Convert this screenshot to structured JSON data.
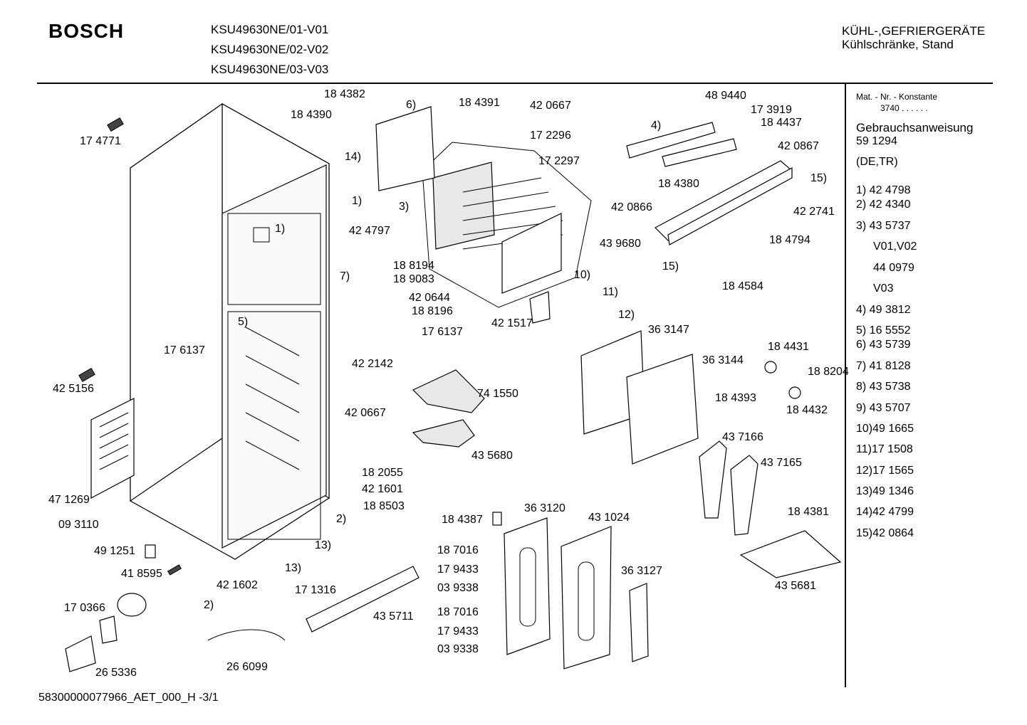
{
  "header": {
    "brand": "BOSCH",
    "models": [
      "KSU49630NE/01-V01",
      "KSU49630NE/02-V02",
      "KSU49630NE/03-V03"
    ],
    "category_line1": "KÜHL-,GEFRIERGERÄTE",
    "category_line2": "Kühlschränke, Stand"
  },
  "sidebar": {
    "mat_label": "Mat. - Nr. - Konstante",
    "mat_value": "3740 . . . . . .",
    "manual_label": "Gebrauchsanweisung",
    "manual_number": "59 1294",
    "manual_lang": "(DE,TR)",
    "legend": [
      "1) 42 4798",
      "2) 42 4340",
      "3) 43 5737",
      "V01,V02",
      "44 0979",
      "V03",
      "4) 49 3812",
      "5) 16 5552",
      "6) 43 5739",
      "7) 41 8128",
      "8) 43 5738",
      "9) 43 5707",
      "10)49 1665",
      "11)17 1508",
      "12)17 1565",
      "13)49 1346",
      "14)42 4799",
      "15)42 0864"
    ]
  },
  "footer": {
    "document_id": "58300000077966_AET_000_H  -3/1"
  },
  "diagram_labels": [
    "17 4771",
    "18 4382",
    "18 4390",
    "6)",
    "18 4391",
    "42 0667",
    "17 2296",
    "17 2297",
    "14)",
    "1)",
    "42 4797",
    "1)",
    "3)",
    "48 9440",
    "4)",
    "17 3919",
    "18 4437",
    "42 0867",
    "18 4380",
    "15)",
    "42 0866",
    "42 2741",
    "43 9680",
    "18 4794",
    "15)",
    "18 4584",
    "7)",
    "18 8194",
    "18 9083",
    "42 0644",
    "18 8196",
    "17 6137",
    "5)",
    "17 6137",
    "10)",
    "42 1517",
    "11)",
    "12)",
    "36 3147",
    "36 3144",
    "18 4431",
    "18 8204",
    "18 4432",
    "42 5156",
    "42 2142",
    "74 1550",
    "42 0667",
    "18 4393",
    "43 7166",
    "43 5680",
    "43 7165",
    "18 2055",
    "42 1601",
    "18 8503",
    "47 1269",
    "2)",
    "09 3110",
    "18 4387",
    "36 3120",
    "43 1024",
    "18 4381",
    "13)",
    "49 1251",
    "13)",
    "41 8595",
    "18 7016",
    "17 9433",
    "03 9338",
    "36 3127",
    "42 1602",
    "43 5681",
    "17 1316",
    "17 0366",
    "2)",
    "18 7016",
    "43 5711",
    "17 9433",
    "03 9338",
    "26 5336",
    "26 6099"
  ]
}
